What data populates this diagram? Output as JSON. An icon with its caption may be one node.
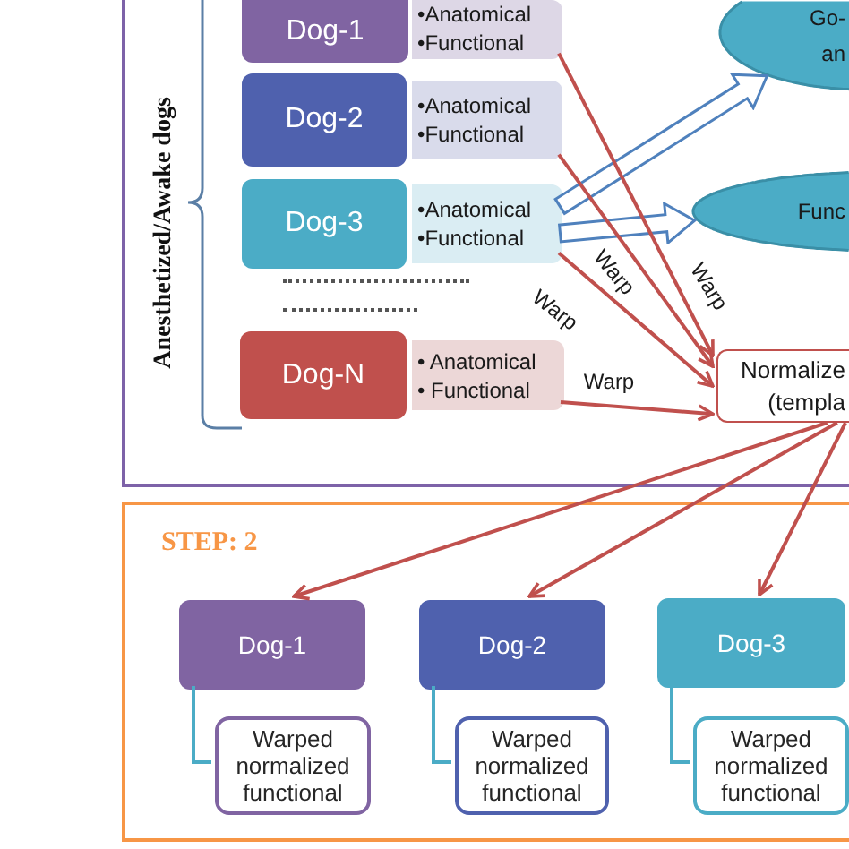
{
  "diagram": {
    "nodes": [
      {
        "text": [
          "Anesthetized/Awake dogs"
        ]
      },
      {
        "text": [
          "Dog-1"
        ],
        "in": 0
      },
      {
        "text": [
          "•Anatomical",
          "•Functional"
        ],
        "in": 0
      },
      {
        "text": [
          "Go- an"
        ],
        "in": 0
      },
      {
        "text": [
          "Dog-2"
        ],
        "in": 0
      },
      {
        "text": [
          "•Anatomical",
          "•Functional"
        ],
        "in": 0
      },
      {
        "text": [
          "Dog-3"
        ],
        "in": 0
      },
      {
        "text": [
          "•Anatomical",
          "•Functional"
        ],
        "in": 0
      },
      {
        "text": [
          "Func"
        ],
        "in": 0
      },
      {
        "text": [
          "Dog-N"
        ],
        "in": 0
      },
      {
        "text": [
          "• Anatomical",
          "• Functional"
        ],
        "in": 0
      },
      {
        "text": [
          "Normalize (templa"
        ],
        "in": 0
      },
      {
        "text": [
          "STEP: 2"
        ]
      },
      {
        "text": [
          "Dog-1"
        ],
        "in": 12
      },
      {
        "text": [
          "Dog-2"
        ],
        "in": 12
      },
      {
        "text": [
          "Dog-3"
        ],
        "in": 12
      },
      {
        "text": [
          "Warped normalized functional"
        ],
        "in": 12
      },
      {
        "text": [
          "Warped normalized functional"
        ],
        "in": 12
      },
      {
        "text": [
          "Warped normalized functional"
        ],
        "in": 12
      }
    ],
    "edges": [
      {
        "from": 7,
        "to": 3,
        "arrow": "to",
        "style": "thick",
        "color": "#4f81bd"
      },
      {
        "from": 7,
        "to": 8,
        "arrow": "to",
        "style": "thick",
        "color": "#4f81bd"
      },
      {
        "from": 2,
        "to": 11,
        "arrow": "to",
        "label": "Warp"
      },
      {
        "from": 5,
        "to": 11,
        "arrow": "to",
        "label": "Warp"
      },
      {
        "from": 7,
        "to": 11,
        "arrow": "to",
        "label": "Warp"
      },
      {
        "from": 10,
        "to": 11,
        "arrow": "to",
        "label": "Warp"
      },
      {
        "from": 11,
        "to": 13,
        "arrow": "to"
      },
      {
        "from": 11,
        "to": 14,
        "arrow": "to"
      },
      {
        "from": 11,
        "to": 15,
        "arrow": "to"
      },
      {
        "from": 13,
        "to": 16,
        "arrow": "none",
        "color": "#4bacc6"
      },
      {
        "from": 14,
        "to": 17,
        "arrow": "none",
        "color": "#4bacc6"
      },
      {
        "from": 15,
        "to": 18,
        "arrow": "none",
        "color": "#4bacc6"
      }
    ]
  }
}
